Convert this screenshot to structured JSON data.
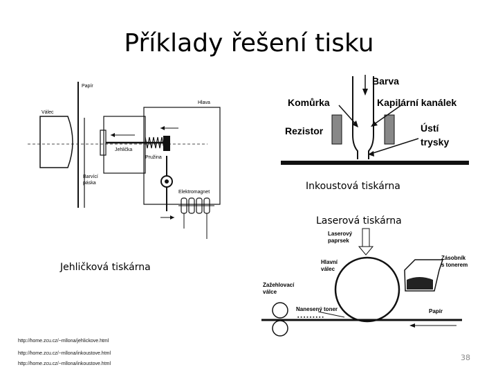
{
  "title": "Příklady řešení tisku",
  "dot_matrix": {
    "caption": "Jehličková tiskárna",
    "labels": {
      "paper": "Papír",
      "roller": "Válec",
      "head": "Hlava",
      "needle": "Jehlička",
      "spring": "Pružina",
      "ribbon_1": "Barvící",
      "ribbon_2": "páska",
      "magnet": "Elektromagnet"
    }
  },
  "inkjet": {
    "caption": "Inkoustová tiskárna",
    "labels": {
      "ink": "Barva",
      "chamber": "Komůrka",
      "channel": "Kapilární kanálek",
      "resistor": "Rezistor",
      "nozzle_1": "Ústí",
      "nozzle_2": "trysky"
    }
  },
  "laser": {
    "caption": "Laserová tiskárna",
    "labels": {
      "beam_1": "Laserový",
      "beam_2": "paprsek",
      "drum_1": "Hlavní",
      "drum_2": "válec",
      "toner_1": "Zásobník",
      "toner_2": "s tonerem",
      "fuser_1": "Zažehlovací",
      "fuser_2": "válce",
      "applied": "Nanesený toner",
      "paper": "Papír"
    }
  },
  "urls": [
    "http://home.zcu.cz/~mllona/jehlickove.html",
    "http://home.zcu.cz/~mllona/inkoustove.html",
    "http://home.zcu.cz/~mllona/inkoustove.html"
  ],
  "page_number": "38",
  "colors": {
    "line": "#111111",
    "gray": "#888888",
    "hatch": "#555555"
  }
}
